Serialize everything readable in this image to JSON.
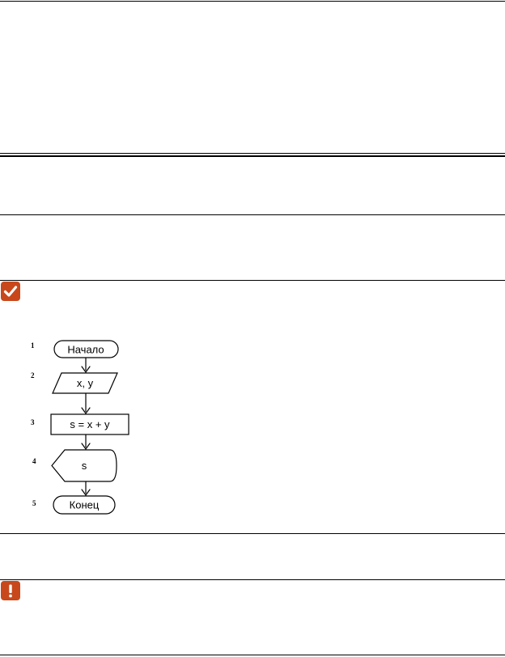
{
  "flowchart": {
    "steps": [
      {
        "number": "1",
        "label": "Начало",
        "shape": "terminal"
      },
      {
        "number": "2",
        "label": "x, y",
        "shape": "input"
      },
      {
        "number": "3",
        "label": "s = x + y",
        "shape": "process"
      },
      {
        "number": "4",
        "label": "s",
        "shape": "display"
      },
      {
        "number": "5",
        "label": "Конец",
        "shape": "terminal"
      }
    ]
  },
  "icons": {
    "success": {
      "name": "checkmark-icon",
      "color": "#c8481c"
    },
    "warning": {
      "name": "exclamation-icon",
      "color": "#c8481c"
    }
  }
}
